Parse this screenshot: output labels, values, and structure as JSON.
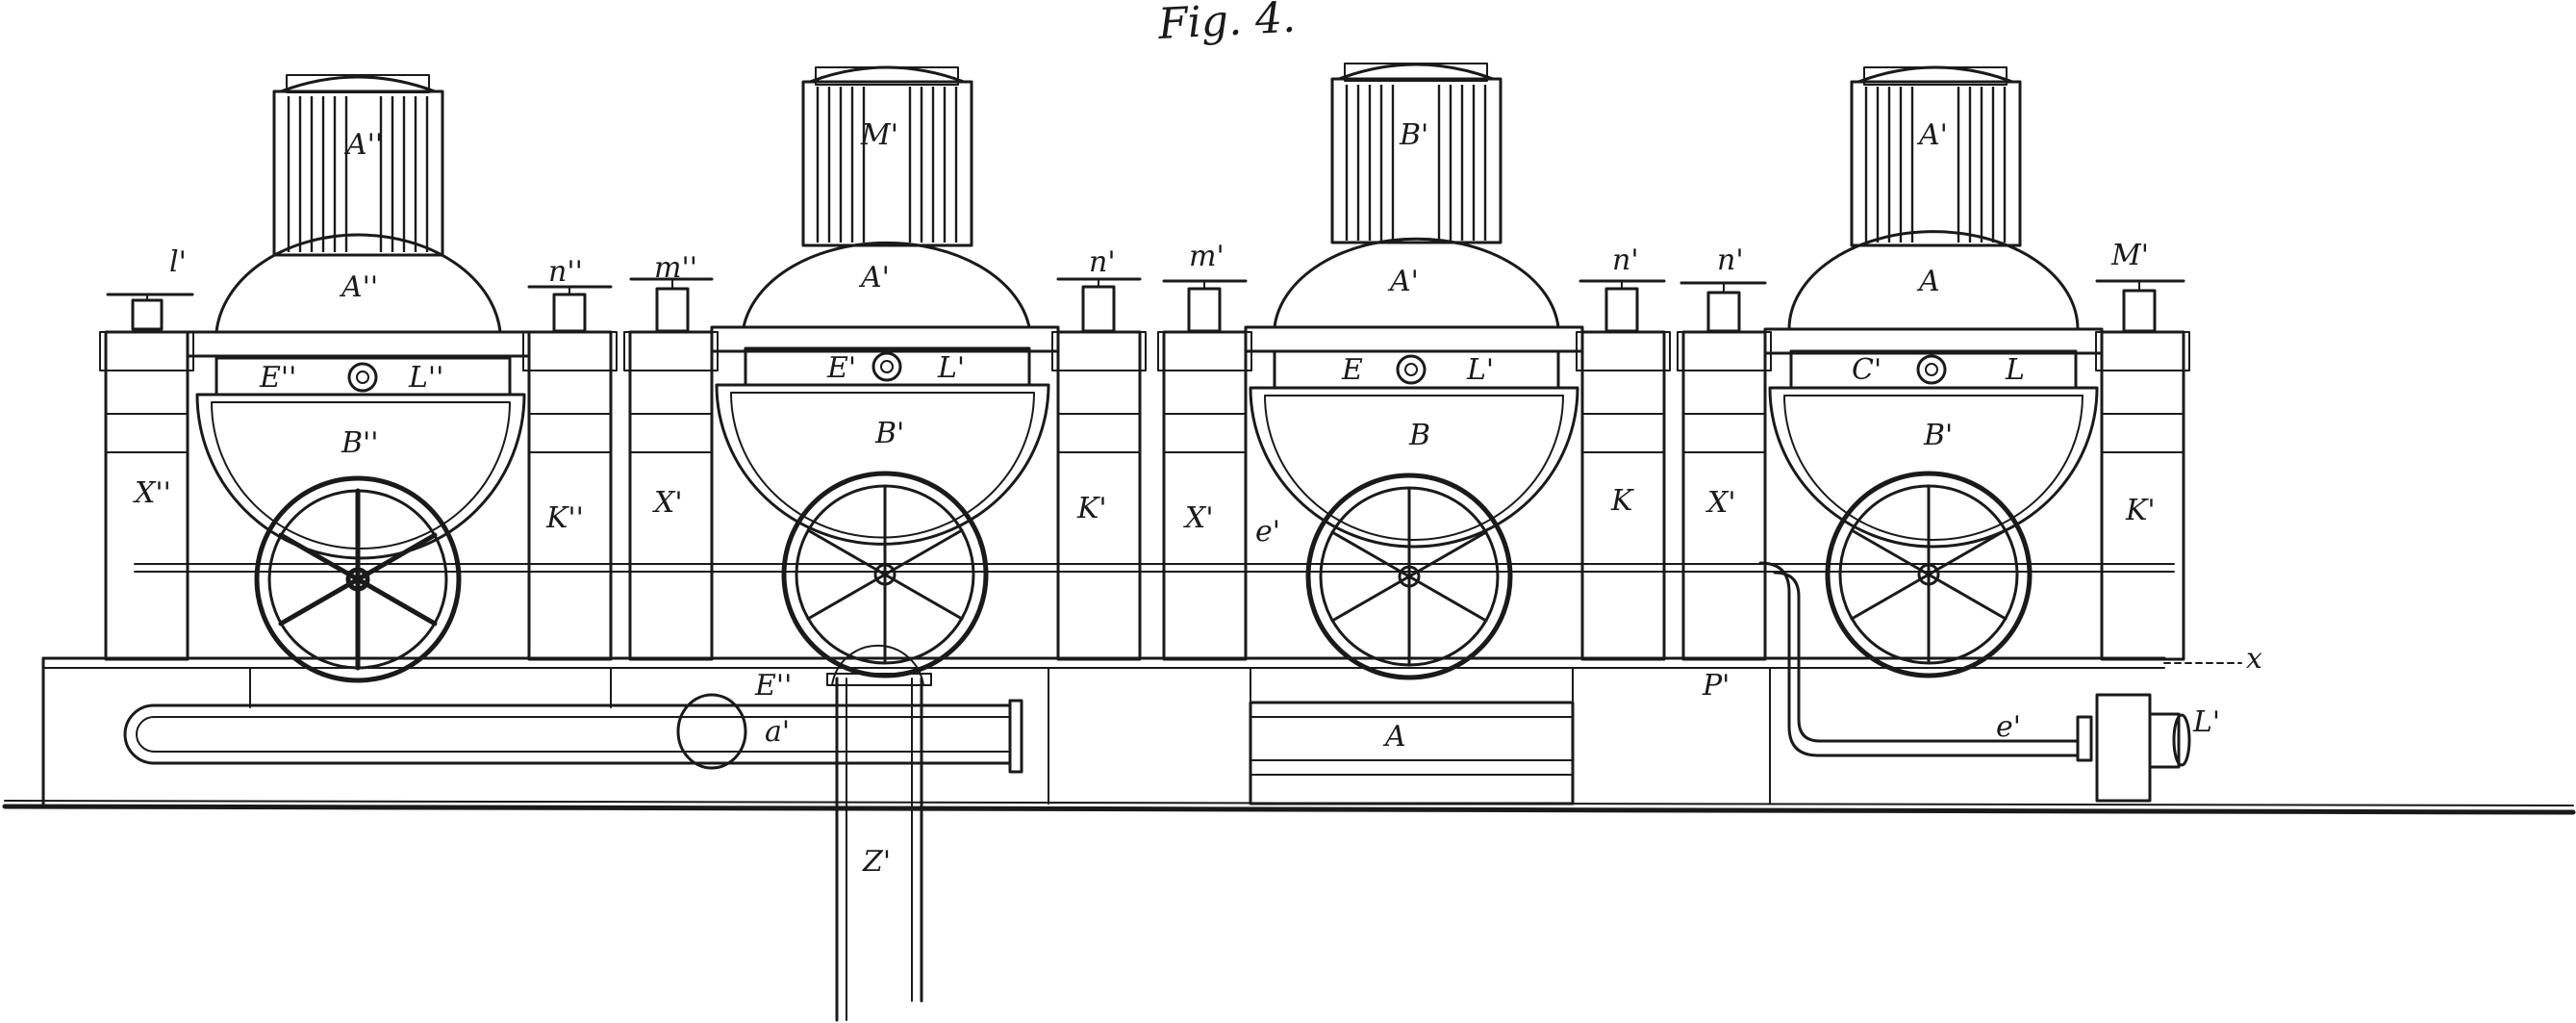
{
  "figure": {
    "title": "Fig. 4."
  },
  "units": [
    {
      "dome_label": "A''",
      "cylinder_label": "A''",
      "box_left_label": "E''",
      "box_right_label": "L''",
      "bowl_label": "B''"
    },
    {
      "dome_label": "M'",
      "cylinder_label": "A'",
      "box_left_label": "E'",
      "box_right_label": "L'",
      "bowl_label": "B'"
    },
    {
      "dome_label": "B'",
      "cylinder_label": "A'",
      "box_left_label": "E",
      "box_right_label": "L'",
      "bowl_label": "B"
    },
    {
      "dome_label": "A'",
      "cylinder_label": "A",
      "box_left_label": "C'",
      "box_right_label": "L",
      "bowl_label": "B'"
    }
  ],
  "valve_labels": [
    "l'",
    "n''",
    "m''",
    "n'",
    "m'",
    "n'",
    "n'",
    "M'"
  ],
  "column_labels": [
    "X''",
    "K''",
    "X'",
    "K'",
    "X'",
    "K",
    "X'",
    "K'"
  ],
  "misc_labels": {
    "e_prime": "e'",
    "axis_x": "x",
    "E_lower": "E''",
    "a_prime": "a'",
    "Z": "Z'",
    "A_box": "A",
    "P": "P'",
    "e_lower": "e'",
    "L_prime": "L'"
  }
}
